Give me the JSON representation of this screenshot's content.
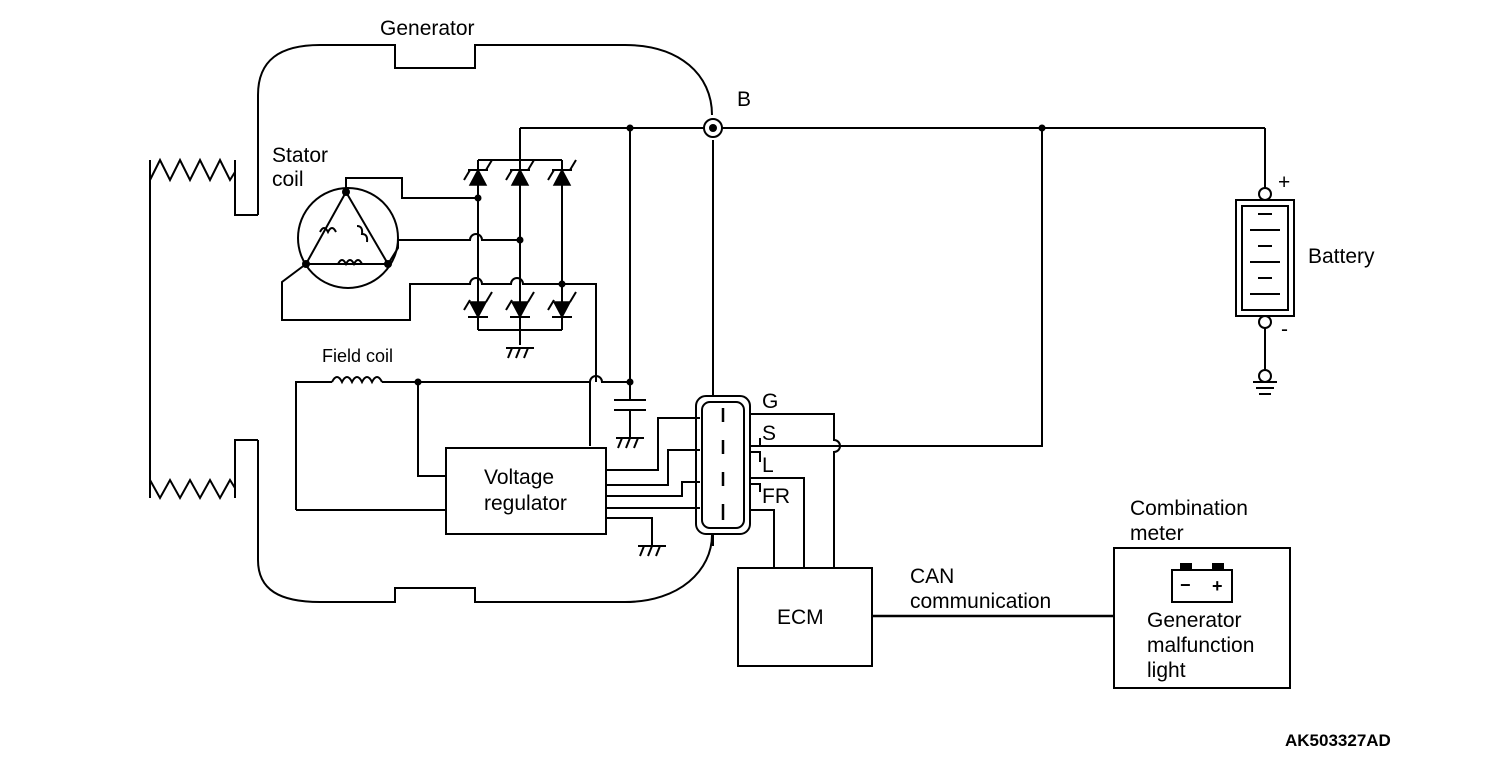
{
  "labels": {
    "generator": "Generator",
    "b_terminal": "B",
    "stator_coil_line1": "Stator",
    "stator_coil_line2": "coil",
    "field_coil": "Field coil",
    "voltage_regulator_line1": "Voltage",
    "voltage_regulator_line2": "regulator",
    "battery": "Battery",
    "battery_plus": "+",
    "battery_minus": "-",
    "terminal_g": "G",
    "terminal_s": "S",
    "terminal_l": "L",
    "terminal_fr": "FR",
    "ecm": "ECM",
    "can_line1": "CAN",
    "can_line2": "communication",
    "combination_meter_line1": "Combination",
    "combination_meter_line2": "meter",
    "lamp_line1": "Generator",
    "lamp_line2": "malfunction",
    "lamp_line3": "light",
    "lamp_minus": "−",
    "lamp_plus": "+",
    "figure_code": "AK503327AD"
  }
}
